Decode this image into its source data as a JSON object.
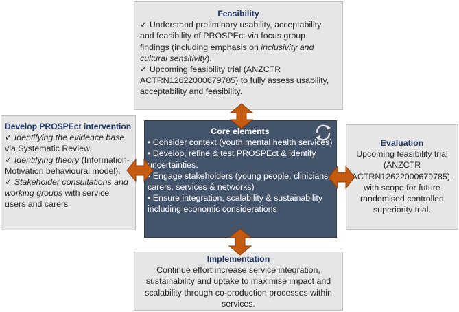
{
  "feasibility": {
    "title": "Feasibility",
    "items": [
      {
        "check": "✓",
        "segments": [
          {
            "text": "Understand preliminary usability, acceptability and feasibility of PROSPEct via focus group findings (including emphasis on ",
            "italic": false
          },
          {
            "text": "inclusivity and cultural sensitivity",
            "italic": true
          },
          {
            "text": ").",
            "italic": false
          }
        ]
      },
      {
        "check": "✓",
        "segments": [
          {
            "text": "Upcoming feasibility trial (ANZCTR ACTRN12622000679785) to fully assess usability, acceptability and feasibility.",
            "italic": false
          }
        ]
      }
    ]
  },
  "develop": {
    "title": "Develop PROSPEct intervention",
    "items": [
      {
        "check": "✓",
        "segments": [
          {
            "text": "Identifying the evidence base",
            "italic": true
          },
          {
            "text": " via Systematic Review.",
            "italic": false
          }
        ]
      },
      {
        "check": "✓",
        "segments": [
          {
            "text": "Identifying theory",
            "italic": true
          },
          {
            "text": " (Information- Motivation behavioural model).",
            "italic": false
          }
        ]
      },
      {
        "check": "✓",
        "segments": [
          {
            "text": "Stakeholder consultations and working groups",
            "italic": true
          },
          {
            "text": " with service users and carers",
            "italic": false
          }
        ]
      }
    ]
  },
  "core": {
    "title": "Core elements",
    "bullet": "•",
    "items": [
      "Consider context (youth mental health services)",
      "Develop, refine & test PROSPEct & identify uncertainties.",
      "Engage stakeholders (young people, clinicians, carers, services & networks)",
      "Ensure integration, scalability & sustainability including economic considerations"
    ]
  },
  "evaluation": {
    "title": "Evaluation",
    "text": "Upcoming feasibility trial (ANZCTR ACTRN12622000679785), with scope for future randomised controlled superiority trial."
  },
  "implementation": {
    "title": "Implementation",
    "text": "Continue effort increase service integration, sustainability and uptake to maximise impact and scalability through co-production processes within services."
  },
  "colors": {
    "box_fill": "#e7e6e6",
    "box_border": "#bfbfbf",
    "title_color": "#1f3864",
    "core_fill": "#44546a",
    "arrow_fill": "#c55a11",
    "arrow_border": "#8c3d0b"
  },
  "icons": {
    "core": "refresh-cycle-icon",
    "connectors": "double-headed-arrow-icon"
  }
}
